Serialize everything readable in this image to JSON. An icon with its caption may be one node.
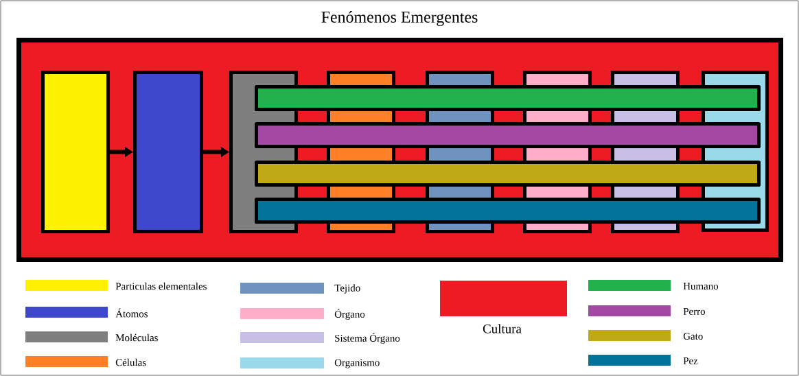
{
  "diagram": {
    "title": "Fenómenos Emergentes",
    "nodes": [
      {
        "text": [],
        "shape": "box"
      },
      {
        "text": [],
        "shape": "box",
        "in": 0
      },
      {
        "text": [],
        "shape": "box",
        "in": 0
      },
      {
        "text": [],
        "shape": "box",
        "in": 0
      },
      {
        "text": [],
        "shape": "box",
        "in": 0
      },
      {
        "text": [],
        "shape": "box",
        "in": 0
      },
      {
        "text": [],
        "shape": "box",
        "in": 0
      },
      {
        "text": [],
        "shape": "box",
        "in": 0
      },
      {
        "text": [],
        "shape": "box",
        "in": 0
      },
      {
        "text": [],
        "shape": "bar",
        "in": 0
      },
      {
        "text": [],
        "shape": "bar",
        "in": 0
      },
      {
        "text": [],
        "shape": "bar",
        "in": 0
      },
      {
        "text": [],
        "shape": "bar",
        "in": 0
      }
    ],
    "edges": [
      {
        "from": 1,
        "to": 2,
        "arrow": "to"
      },
      {
        "from": 2,
        "to": 3,
        "arrow": "to"
      }
    ],
    "legend": [
      {
        "text": "Particulas elementales",
        "color": "#fff200"
      },
      {
        "text": "Átomos",
        "color": "#3f48cc"
      },
      {
        "text": "Moléculas",
        "color": "#7f7f7f"
      },
      {
        "text": "Células",
        "color": "#ff7f27"
      },
      {
        "text": "Tejido",
        "color": "#7092be"
      },
      {
        "text": "Órgano",
        "color": "#ffaec9"
      },
      {
        "text": "Sistema Órgano",
        "color": "#c8bfe7"
      },
      {
        "text": "Organismo",
        "color": "#99d9ea"
      },
      {
        "text": "Cultura",
        "color": "#ed1c24"
      },
      {
        "text": "Humano",
        "color": "#22b14c"
      },
      {
        "text": "Perro",
        "color": "#a349a4"
      },
      {
        "text": "Gato",
        "color": "#c0a916"
      },
      {
        "text": "Pez",
        "color": "#03739b"
      }
    ]
  }
}
